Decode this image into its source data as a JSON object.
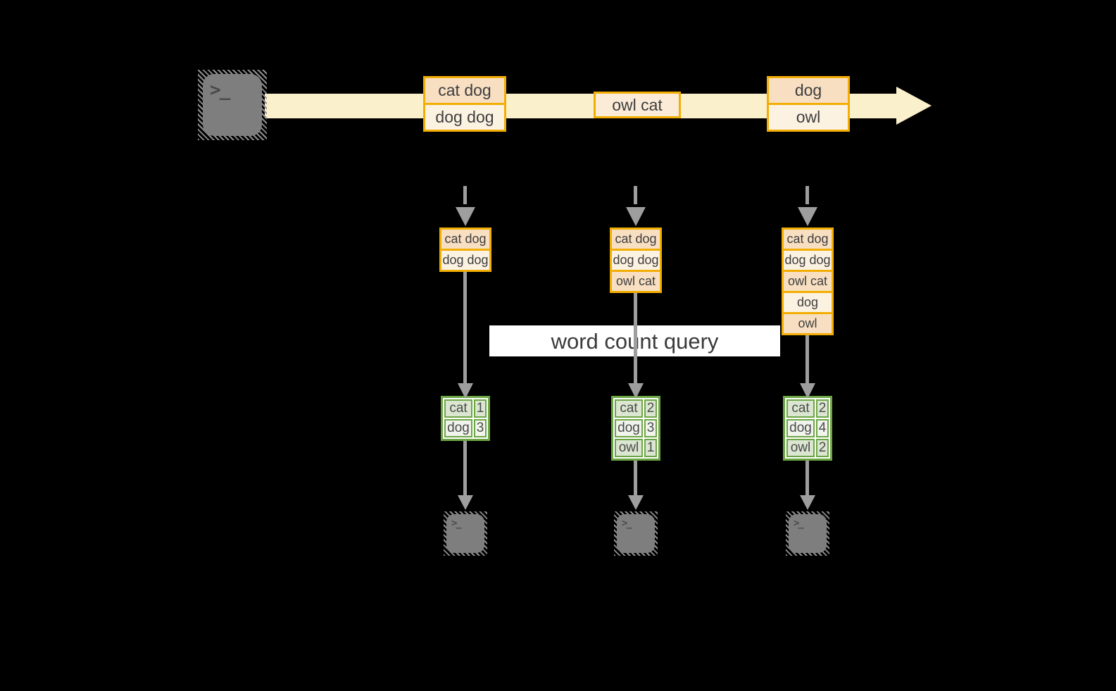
{
  "colors": {
    "background": "#000000",
    "stream_band": "#FBF0CC",
    "box_border": "#F2AE03",
    "cell_peach": "#F8DFC2",
    "cell_cream": "#FCF2E2",
    "owl_cat_fill": "#FBEBD7",
    "table_border": "#6CA644",
    "row_dark": "#DBE6D1",
    "row_light": "#F1F4EC",
    "arrow_gray": "#9E9E9E",
    "terminal_gray": "#7E7E7E"
  },
  "source_terminal": {
    "icon": ">_"
  },
  "stream": {
    "events": [
      {
        "lines": [
          "cat dog",
          "dog dog"
        ]
      },
      {
        "lines": [
          "owl cat"
        ]
      },
      {
        "lines": [
          "dog",
          "owl"
        ]
      }
    ]
  },
  "query": {
    "label": "word count query"
  },
  "columns": [
    {
      "buffer": [
        "cat dog",
        "dog dog"
      ],
      "counts": [
        {
          "word": "cat",
          "count": "1"
        },
        {
          "word": "dog",
          "count": "3"
        }
      ]
    },
    {
      "buffer": [
        "cat dog",
        "dog dog",
        "owl cat"
      ],
      "counts": [
        {
          "word": "cat",
          "count": "2"
        },
        {
          "word": "dog",
          "count": "3"
        },
        {
          "word": "owl",
          "count": "1"
        }
      ]
    },
    {
      "buffer": [
        "cat dog",
        "dog dog",
        "owl cat",
        "dog",
        "owl"
      ],
      "counts": [
        {
          "word": "cat",
          "count": "2"
        },
        {
          "word": "dog",
          "count": "4"
        },
        {
          "word": "owl",
          "count": "2"
        }
      ]
    }
  ],
  "sink_terminals": [
    {
      "icon": ">_"
    },
    {
      "icon": ">_"
    },
    {
      "icon": ">_"
    }
  ]
}
